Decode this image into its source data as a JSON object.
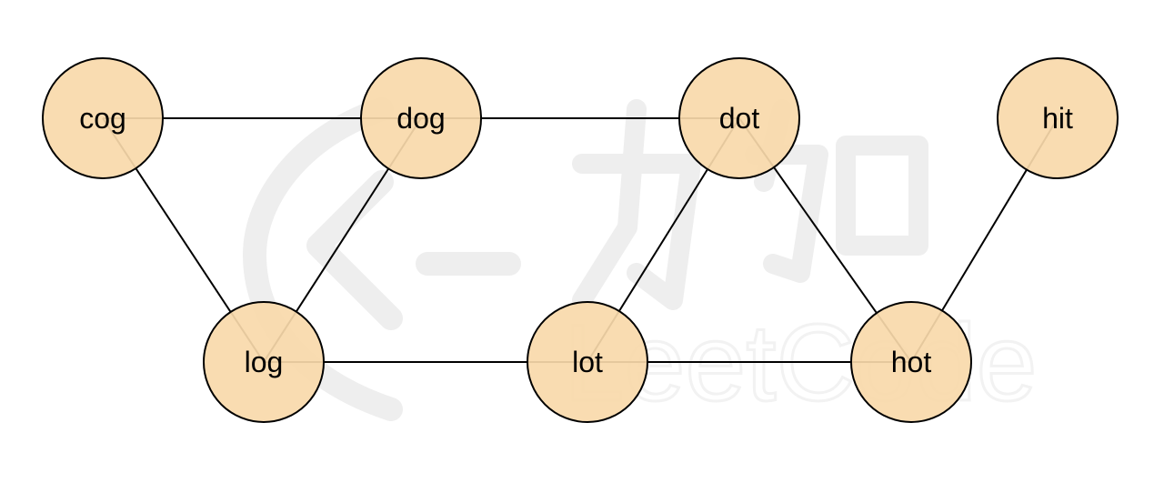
{
  "colors": {
    "node_fill": "#f9d9aa",
    "node_stroke": "#000000",
    "edge": "#000000",
    "watermark": "#eeeeee"
  },
  "watermark": {
    "text": "LeetCode"
  },
  "nodes": [
    {
      "id": "cog",
      "label": "cog"
    },
    {
      "id": "dog",
      "label": "dog"
    },
    {
      "id": "dot",
      "label": "dot"
    },
    {
      "id": "hit",
      "label": "hit"
    },
    {
      "id": "log",
      "label": "log"
    },
    {
      "id": "lot",
      "label": "lot"
    },
    {
      "id": "hot",
      "label": "hot"
    }
  ],
  "edges": [
    {
      "from": "cog",
      "to": "dog"
    },
    {
      "from": "dog",
      "to": "dot"
    },
    {
      "from": "cog",
      "to": "log"
    },
    {
      "from": "dog",
      "to": "log"
    },
    {
      "from": "log",
      "to": "lot"
    },
    {
      "from": "lot",
      "to": "hot"
    },
    {
      "from": "dot",
      "to": "lot"
    },
    {
      "from": "dot",
      "to": "hot"
    },
    {
      "from": "hot",
      "to": "hit"
    }
  ]
}
